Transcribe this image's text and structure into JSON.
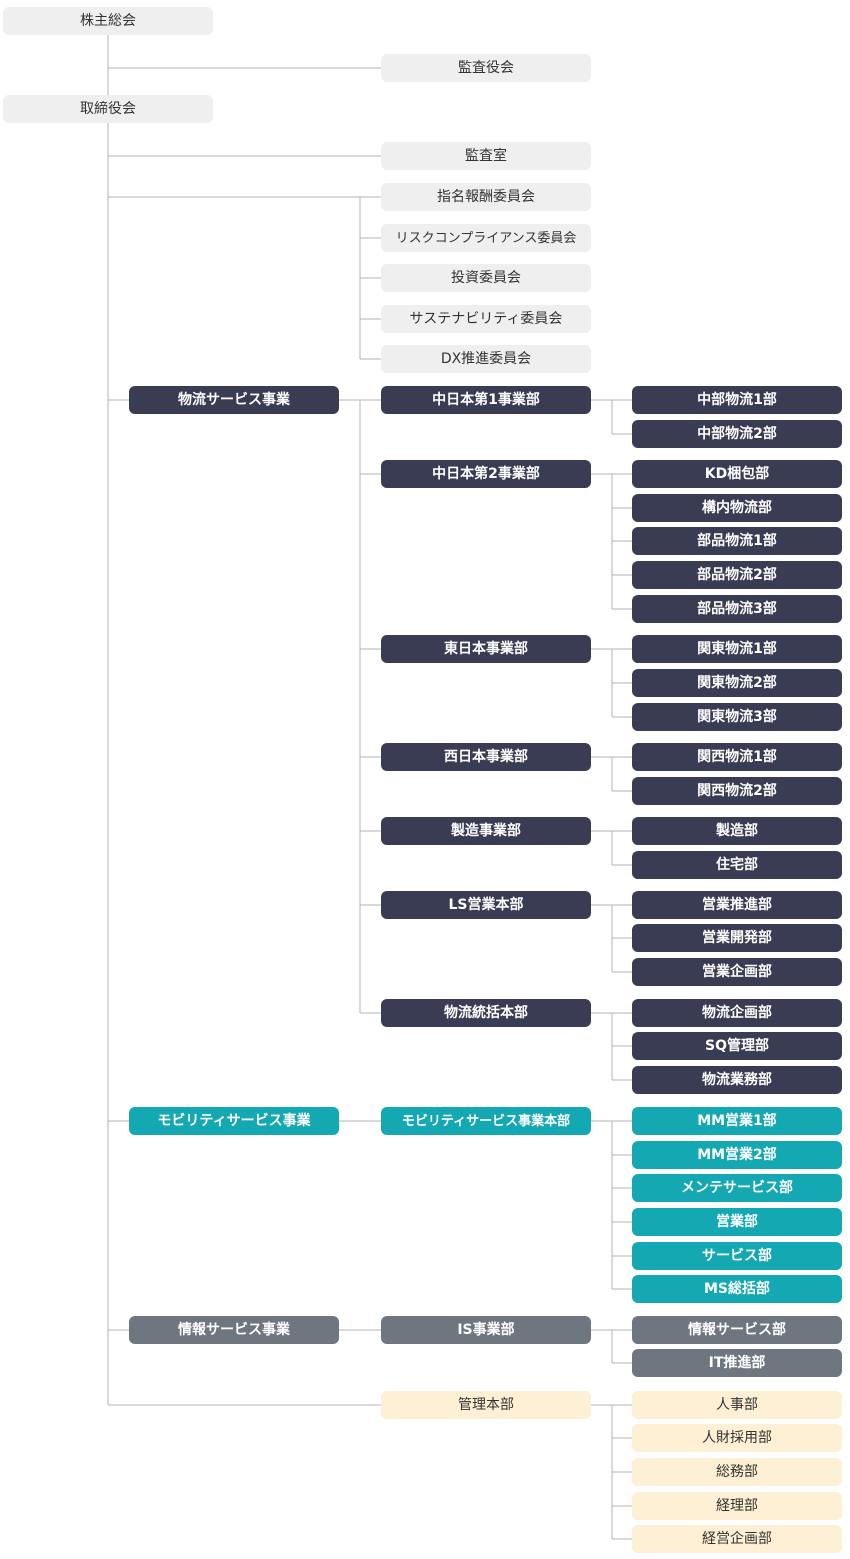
{
  "colors": {
    "light": "#efefef",
    "navy": "#393c52",
    "teal": "#14a8b2",
    "gray": "#6e7680",
    "cream": "#fdf0d4",
    "line": "#b3b3b3"
  },
  "org": {
    "shareholders": "株主総会",
    "auditors": "監査役会",
    "board": "取締役会",
    "audit_office": "監査室",
    "committees": [
      "指名報酬委員会",
      "リスクコンプライアンス委員会",
      "投資委員会",
      "サステナビリティ委員会",
      "DX推進委員会"
    ],
    "businesses": [
      {
        "name": "物流サービス事業",
        "style": "navy",
        "divisions": [
          {
            "name": "中日本第1事業部",
            "depts": [
              "中部物流1部",
              "中部物流2部"
            ]
          },
          {
            "name": "中日本第2事業部",
            "depts": [
              "KD梱包部",
              "構内物流部",
              "部品物流1部",
              "部品物流2部",
              "部品物流3部"
            ]
          },
          {
            "name": "東日本事業部",
            "depts": [
              "関東物流1部",
              "関東物流2部",
              "関東物流3部"
            ]
          },
          {
            "name": "西日本事業部",
            "depts": [
              "関西物流1部",
              "関西物流2部"
            ]
          },
          {
            "name": "製造事業部",
            "depts": [
              "製造部",
              "住宅部"
            ]
          },
          {
            "name": "LS営業本部",
            "depts": [
              "営業推進部",
              "営業開発部",
              "営業企画部"
            ]
          },
          {
            "name": "物流統括本部",
            "depts": [
              "物流企画部",
              "SQ管理部",
              "物流業務部"
            ]
          }
        ]
      },
      {
        "name": "モビリティサービス事業",
        "style": "teal",
        "divisions": [
          {
            "name": "モビリティサービス事業本部",
            "depts": [
              "MM営業1部",
              "MM営業2部",
              "メンテサービス部",
              "営業部",
              "サービス部",
              "MS総括部"
            ]
          }
        ]
      },
      {
        "name": "情報サービス事業",
        "style": "gray",
        "divisions": [
          {
            "name": "IS事業部",
            "depts": [
              "情報サービス部",
              "IT推進部"
            ]
          }
        ]
      },
      {
        "name": "",
        "style": "cream",
        "divisions": [
          {
            "name": "管理本部",
            "depts": [
              "人事部",
              "人財採用部",
              "総務部",
              "経理部",
              "経営企画部"
            ]
          }
        ]
      }
    ]
  }
}
